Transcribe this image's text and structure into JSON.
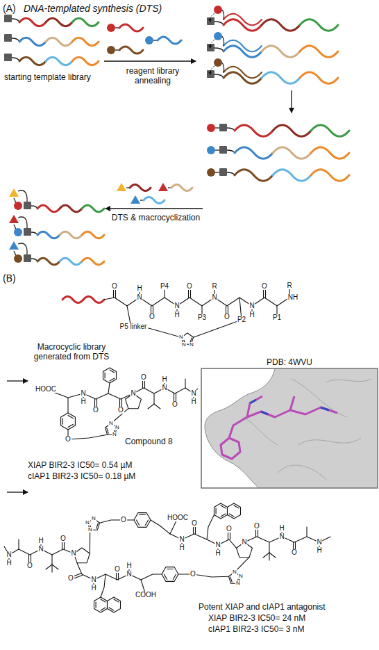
{
  "diagram": {
    "nodes": [
      {
        "text": [
          "PDB: 4WVU"
        ]
      }
    ],
    "labels": [
      "(A)",
      "DNA-templated synthesis (DTS)",
      "starting template library",
      "reagent library annealing",
      "DTS & macrocyclization",
      "(B)",
      "Macrocyclic library generated from DTS",
      "Compound 8",
      "XIAP BIR2-3 IC50= 0.54 µM",
      "cIAP1 BIR2-3 IC50= 0.18 µM",
      "Potent XIAP and cIAP1 antagonist",
      "XIAP BIR2-3 IC50= 24 nM",
      "cIAP1 BIR2-3 IC50= 3 nM",
      "O",
      "P5 linker",
      "N",
      "H",
      "O",
      "P4",
      "N",
      "H",
      "O",
      "P3",
      "N",
      "R",
      "O",
      "P2",
      "N",
      "H",
      "O",
      "P1",
      "R",
      "NH",
      "N",
      "N",
      "N",
      "HOOC",
      "N",
      "H",
      "O",
      "O",
      "N",
      "O",
      "N",
      "H",
      "O",
      "N",
      "H",
      "O",
      "N",
      "N",
      "N",
      "N",
      "H",
      "O",
      "N",
      "H",
      "O",
      "N",
      "N",
      "N",
      "N",
      "O",
      "HOOC",
      "N",
      "H",
      "O",
      "N",
      "H",
      "O",
      "N",
      "O",
      "N",
      "H",
      "O",
      "N",
      "H",
      "N",
      "N",
      "N",
      "O",
      "COOH",
      "N",
      "H",
      "O",
      "N",
      "H",
      "O"
    ]
  }
}
